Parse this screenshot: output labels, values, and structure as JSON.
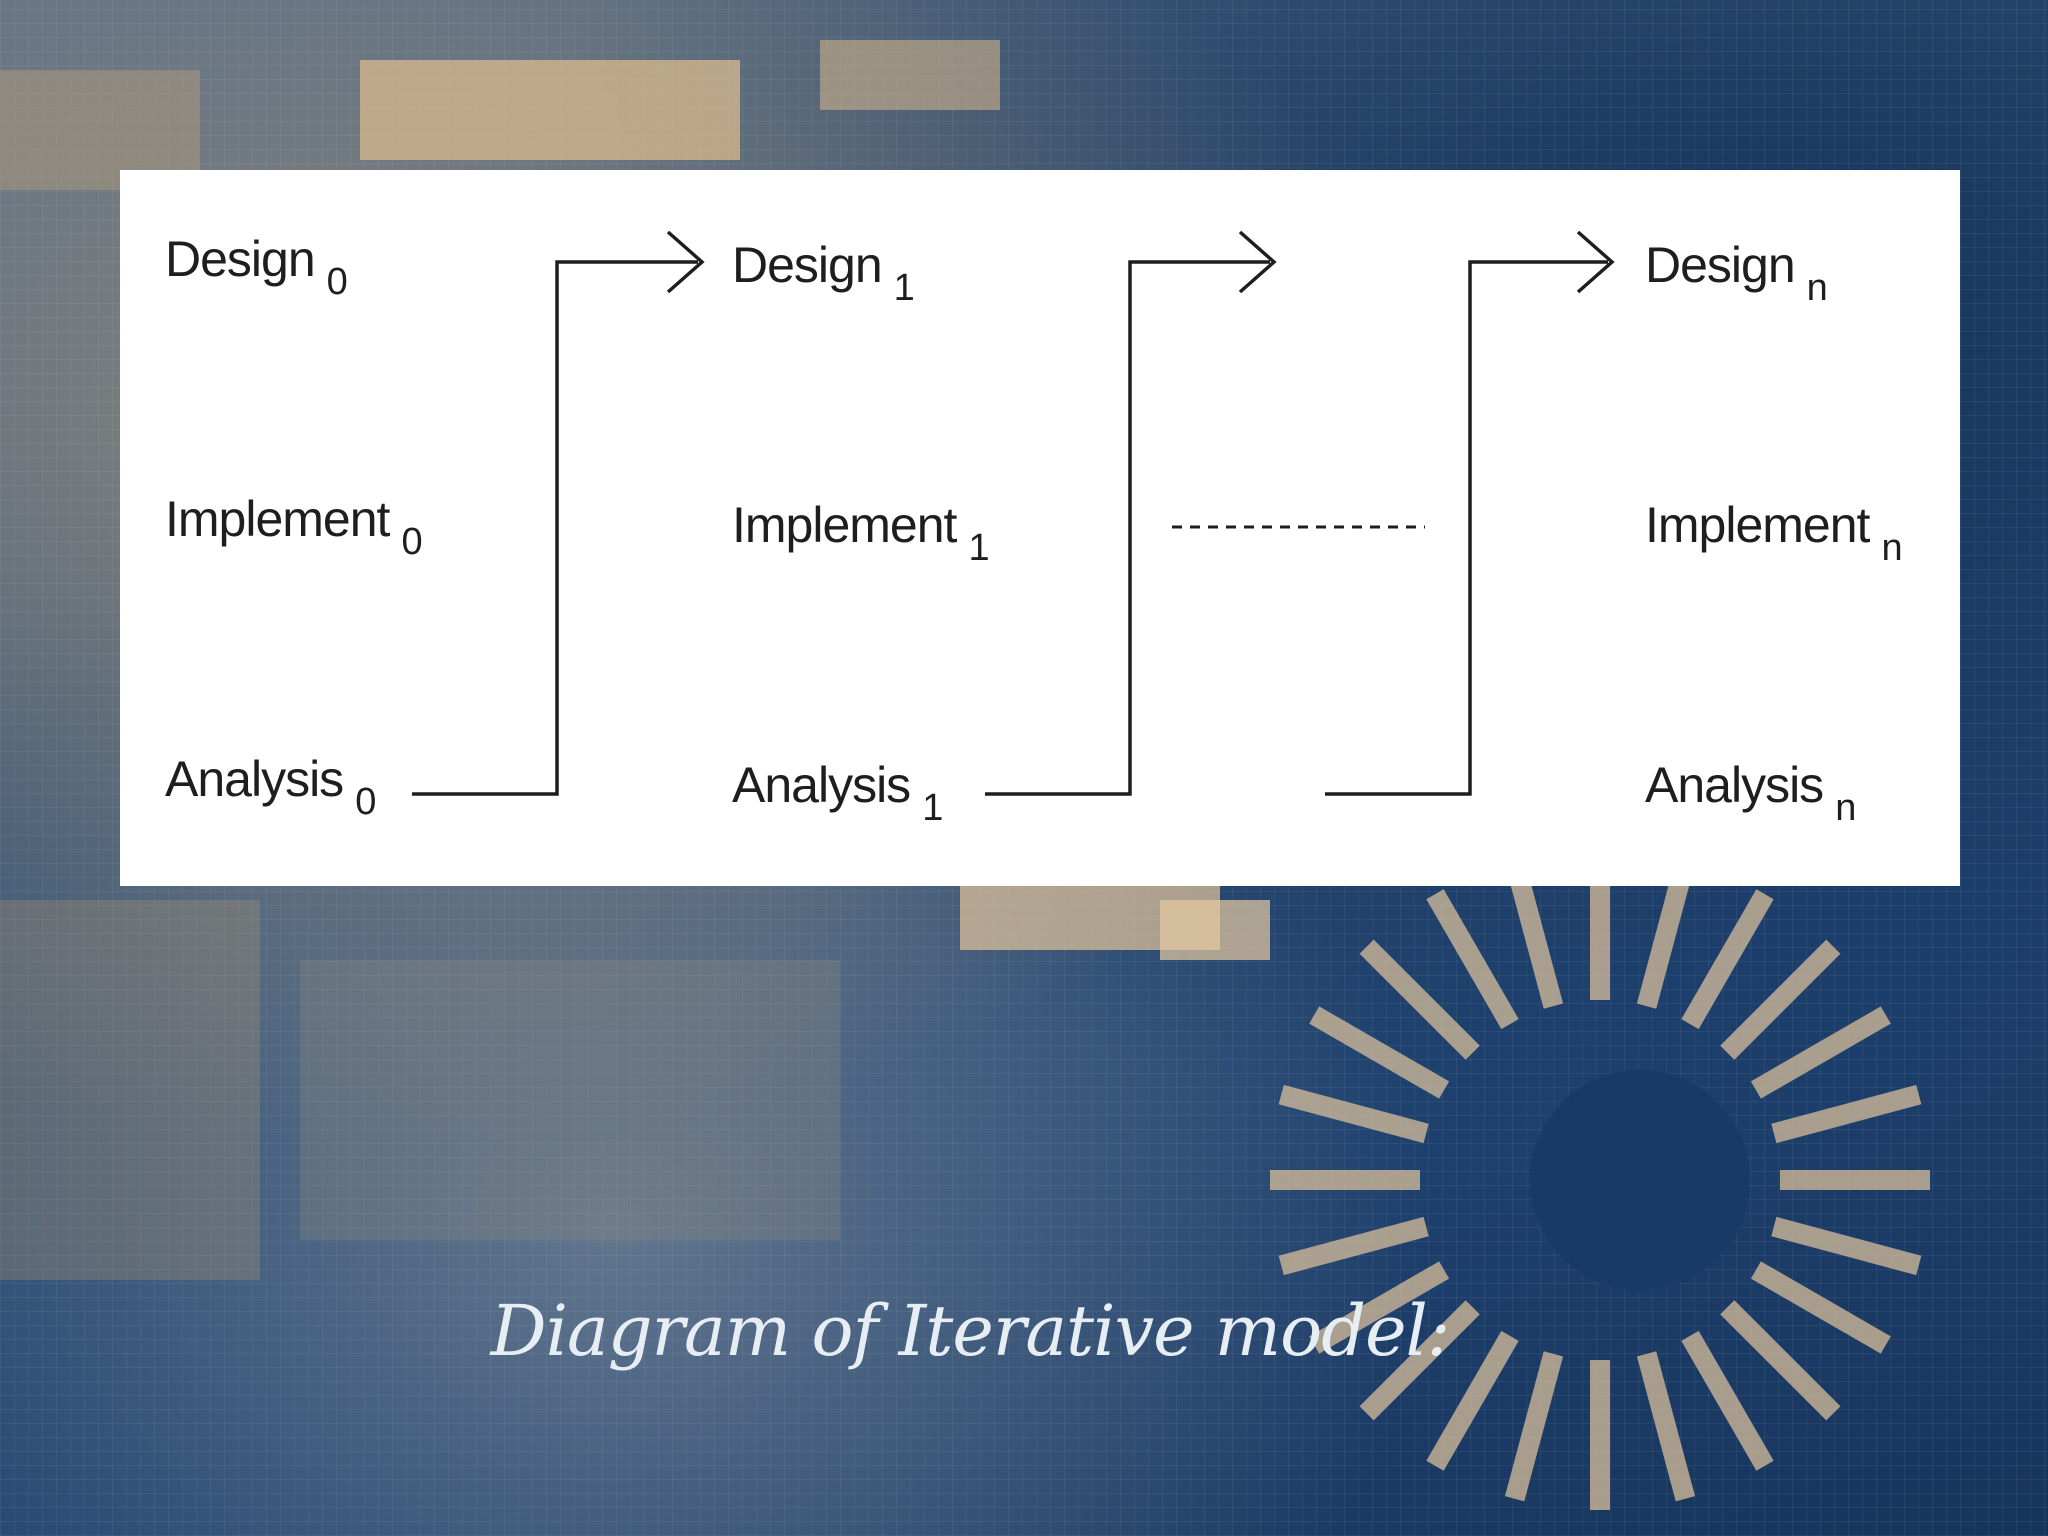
{
  "diagram": {
    "stages": [
      {
        "design": "Design",
        "design_sub": "0",
        "implement": "Implement",
        "implement_sub": "0",
        "analysis": "Analysis",
        "analysis_sub": "0"
      },
      {
        "design": "Design",
        "design_sub": "1",
        "implement": "Implement",
        "implement_sub": "1",
        "analysis": "Analysis",
        "analysis_sub": "1"
      },
      {
        "design": "Design",
        "design_sub": "n",
        "implement": "Implement",
        "implement_sub": "n",
        "analysis": "Analysis",
        "analysis_sub": "n"
      }
    ]
  },
  "caption": "Diagram of Iterative model:",
  "colors": {
    "panel": "#ffffff",
    "ink": "#1e1e1e",
    "caption": "#e6eef4",
    "background": "#1f4270"
  }
}
